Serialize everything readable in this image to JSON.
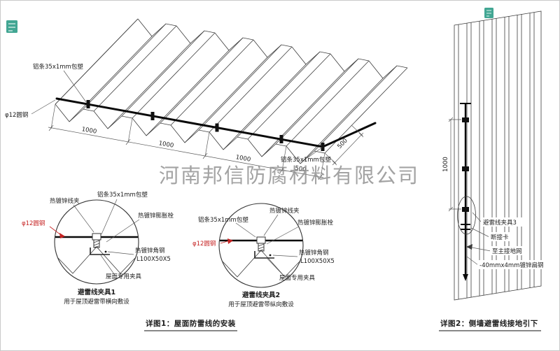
{
  "watermark": "河南邦信防腐材料有限公司",
  "colors": {
    "red_label": "#c62222",
    "stamp_green": "#2e9c87",
    "watermark_gray": "#8f8f8f"
  },
  "roof": {
    "label_strip_top": "铝条35x1mm包塑",
    "label_round_steel": "φ12圆钢",
    "label_strip_right": "铝条35x1mm包塑",
    "dim_1": "1000",
    "dim_2": "1000",
    "dim_3": "1000",
    "dim_4": "500",
    "dim_side": "500"
  },
  "clamp_detail_1": {
    "title": "避雷线夹具1",
    "subtitle": "用于屋顶避雷带横向敷设",
    "label_wire_clip": "热镀锌线夹",
    "label_strip": "铝条35x1mm包塑",
    "label_expansion_bolt": "热镀锌膨胀栓",
    "label_round_steel": "φ12圆钢",
    "label_angle_steel": "热镀锌角钢",
    "label_angle_size": "L100X50X5",
    "label_roof_fixture": "屋面专用夹具"
  },
  "clamp_detail_2": {
    "title": "避雷线夹具2",
    "subtitle": "用于屋顶避雷带纵向敷设",
    "label_wire_clip": "热镀锌线夹",
    "label_strip": "铝条35x1mm包塑",
    "label_expansion_bolt": "热镀锌膨胀栓",
    "label_round_steel": "φ12圆钢",
    "label_angle_steel": "热镀锌角钢",
    "label_angle_size": "L100X50X5",
    "label_roof_fixture": "屋面专用夹具"
  },
  "wall": {
    "dim_spacing": "1000",
    "label_clamp": "避雷线夹具3",
    "label_disconnect": "断接卡",
    "label_to_ground": "至主接地网",
    "label_flat_steel": "-40mmx4mm镀锌扁钢"
  },
  "captions": {
    "detail_1": "详图1：屋面防雷线的安装",
    "detail_2": "详图2：侧墙避雷线接地引下"
  }
}
